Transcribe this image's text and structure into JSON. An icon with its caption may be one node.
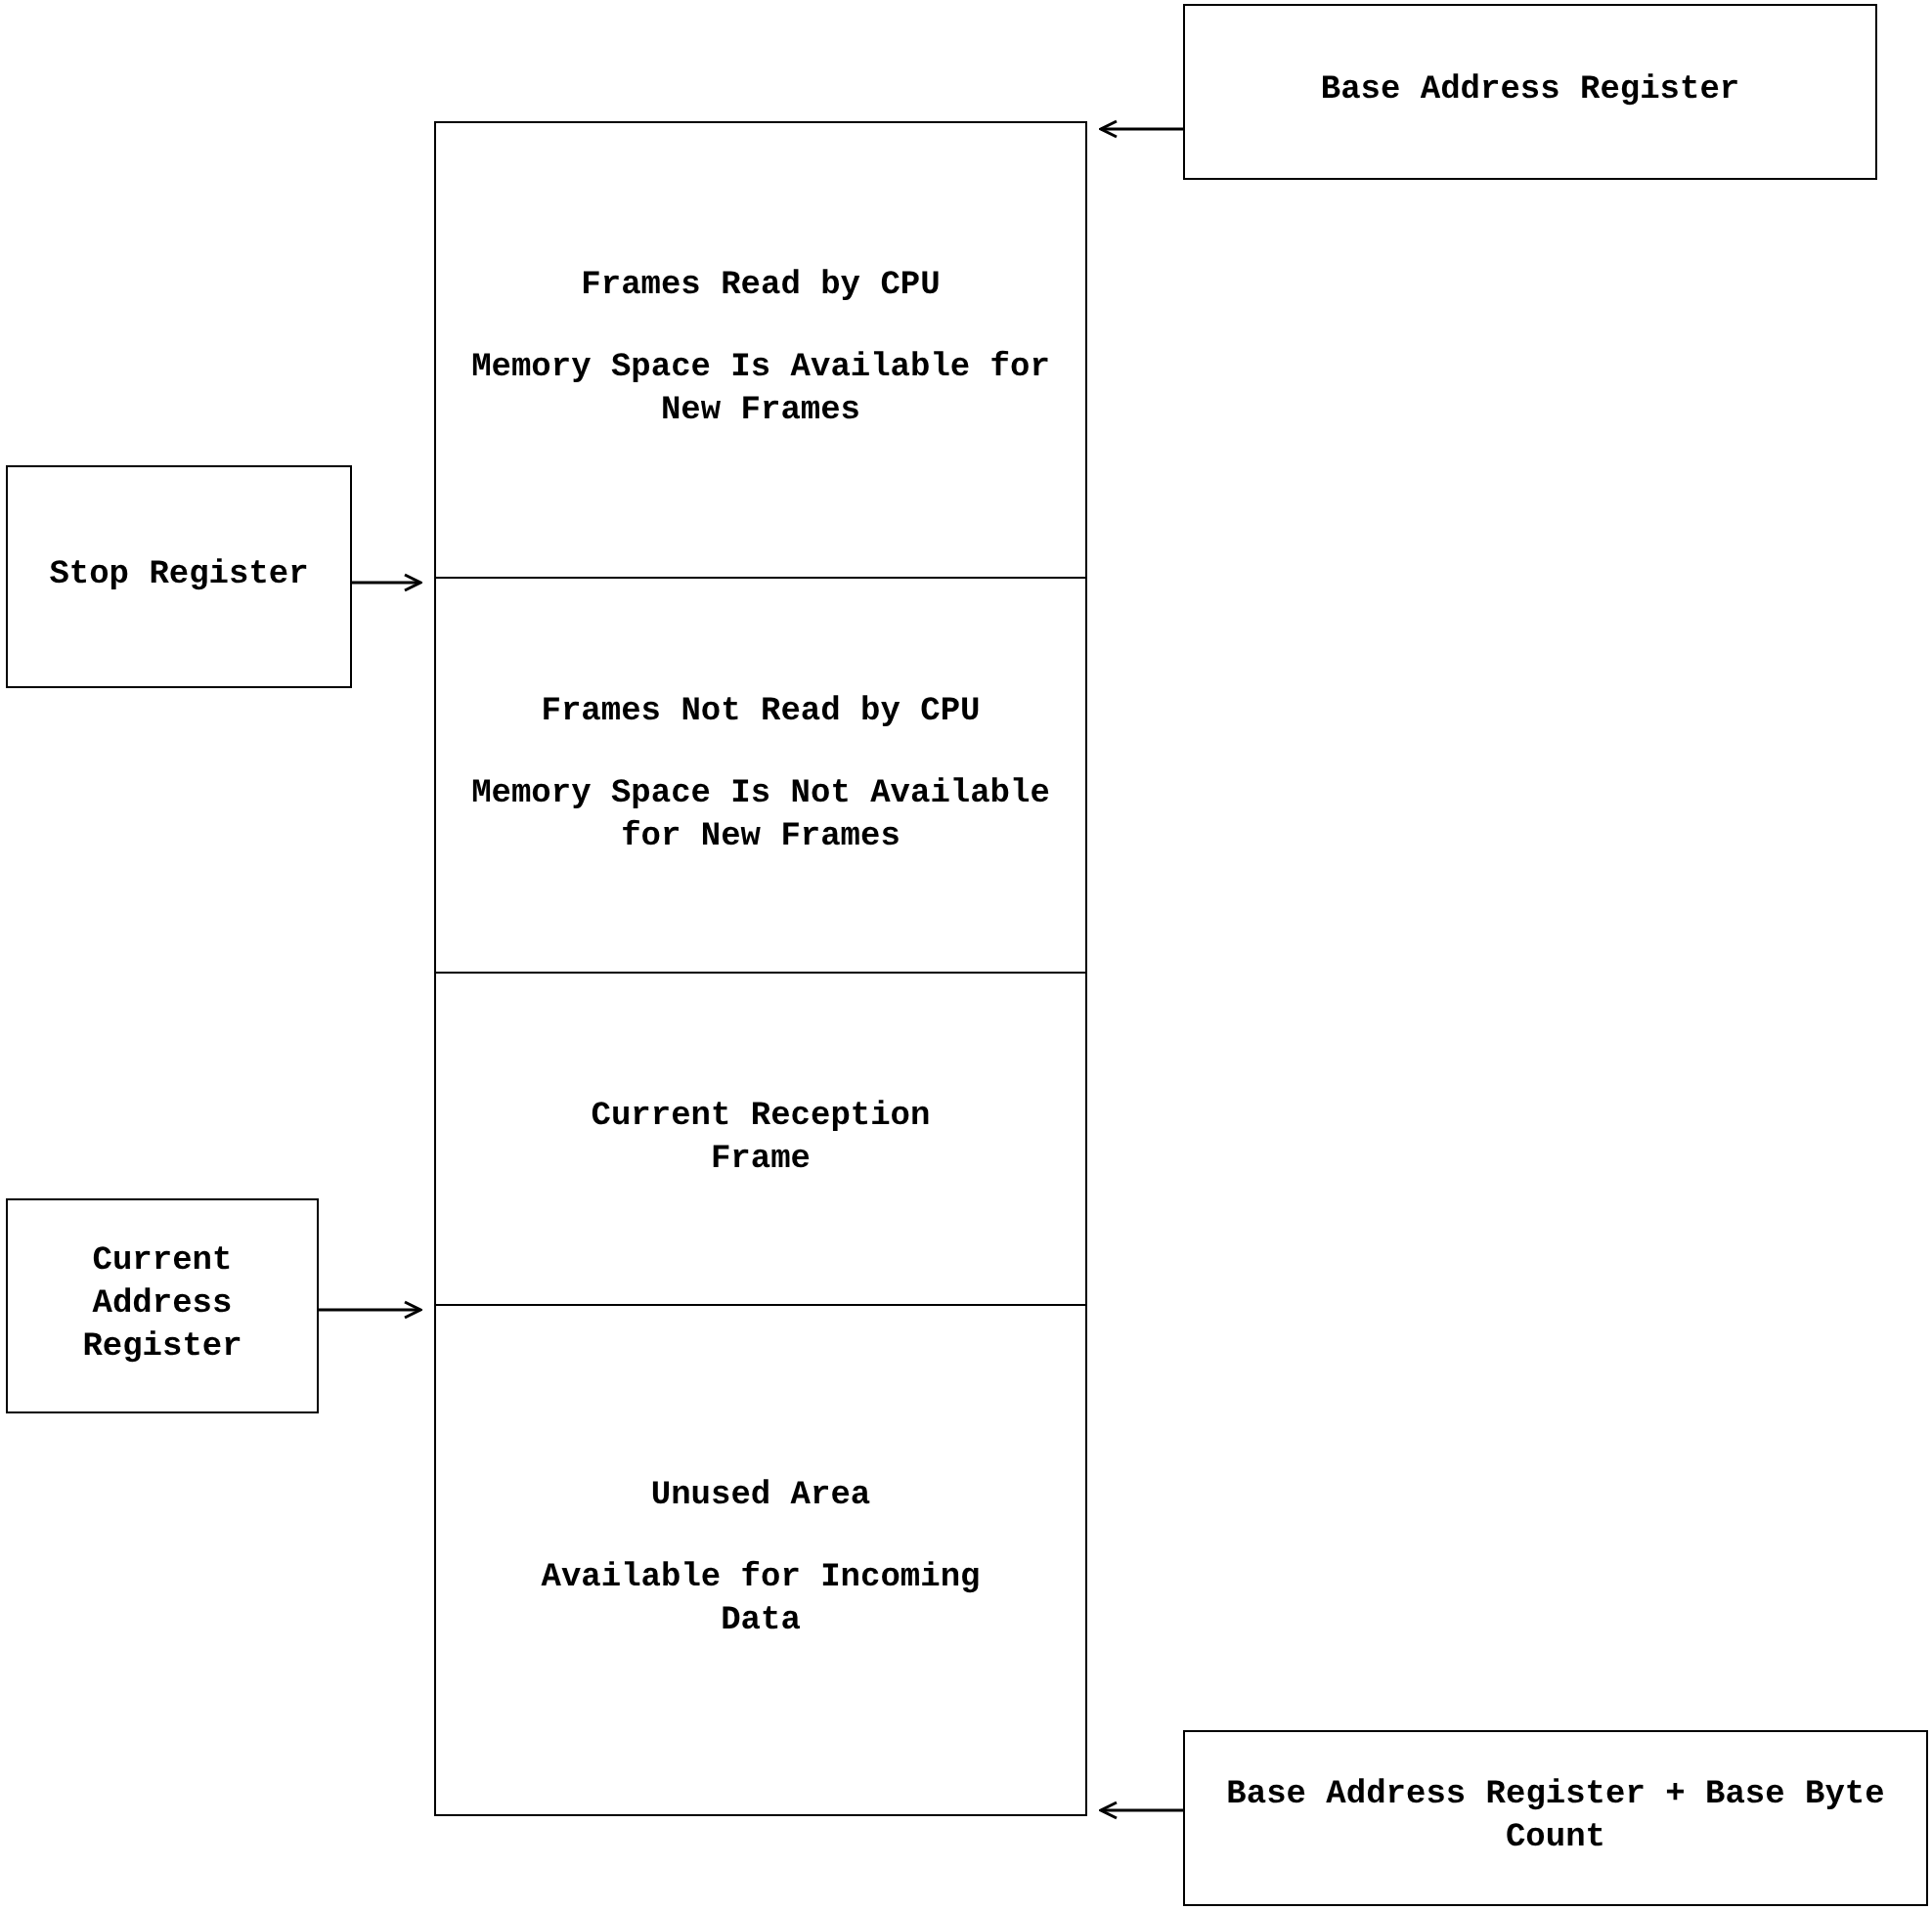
{
  "diagram": {
    "nodes": [
      {
        "text": [
          "Base Address Register"
        ]
      },
      {
        "text": [
          "Frames Read by CPU",
          "Memory Space Is Available for New Frames"
        ]
      },
      {
        "text": [
          "Stop Register"
        ]
      },
      {
        "text": [
          "Frames Not Read by CPU",
          "Memory Space Is Not Available for New Frames"
        ]
      },
      {
        "text": [
          "Current Reception Frame"
        ]
      },
      {
        "text": [
          "Current Address Register"
        ]
      },
      {
        "text": [
          "Unused Area",
          "Available for Incoming Data"
        ]
      },
      {
        "text": [
          "Base Address Register + Base Byte Count"
        ]
      }
    ],
    "edges": [
      {
        "from": 0,
        "to": 1,
        "arrow": "to"
      },
      {
        "from": 2,
        "to": 3,
        "arrow": "to"
      },
      {
        "from": 5,
        "to": 6,
        "arrow": "to"
      },
      {
        "from": 7,
        "to": 6,
        "arrow": "to"
      }
    ]
  }
}
